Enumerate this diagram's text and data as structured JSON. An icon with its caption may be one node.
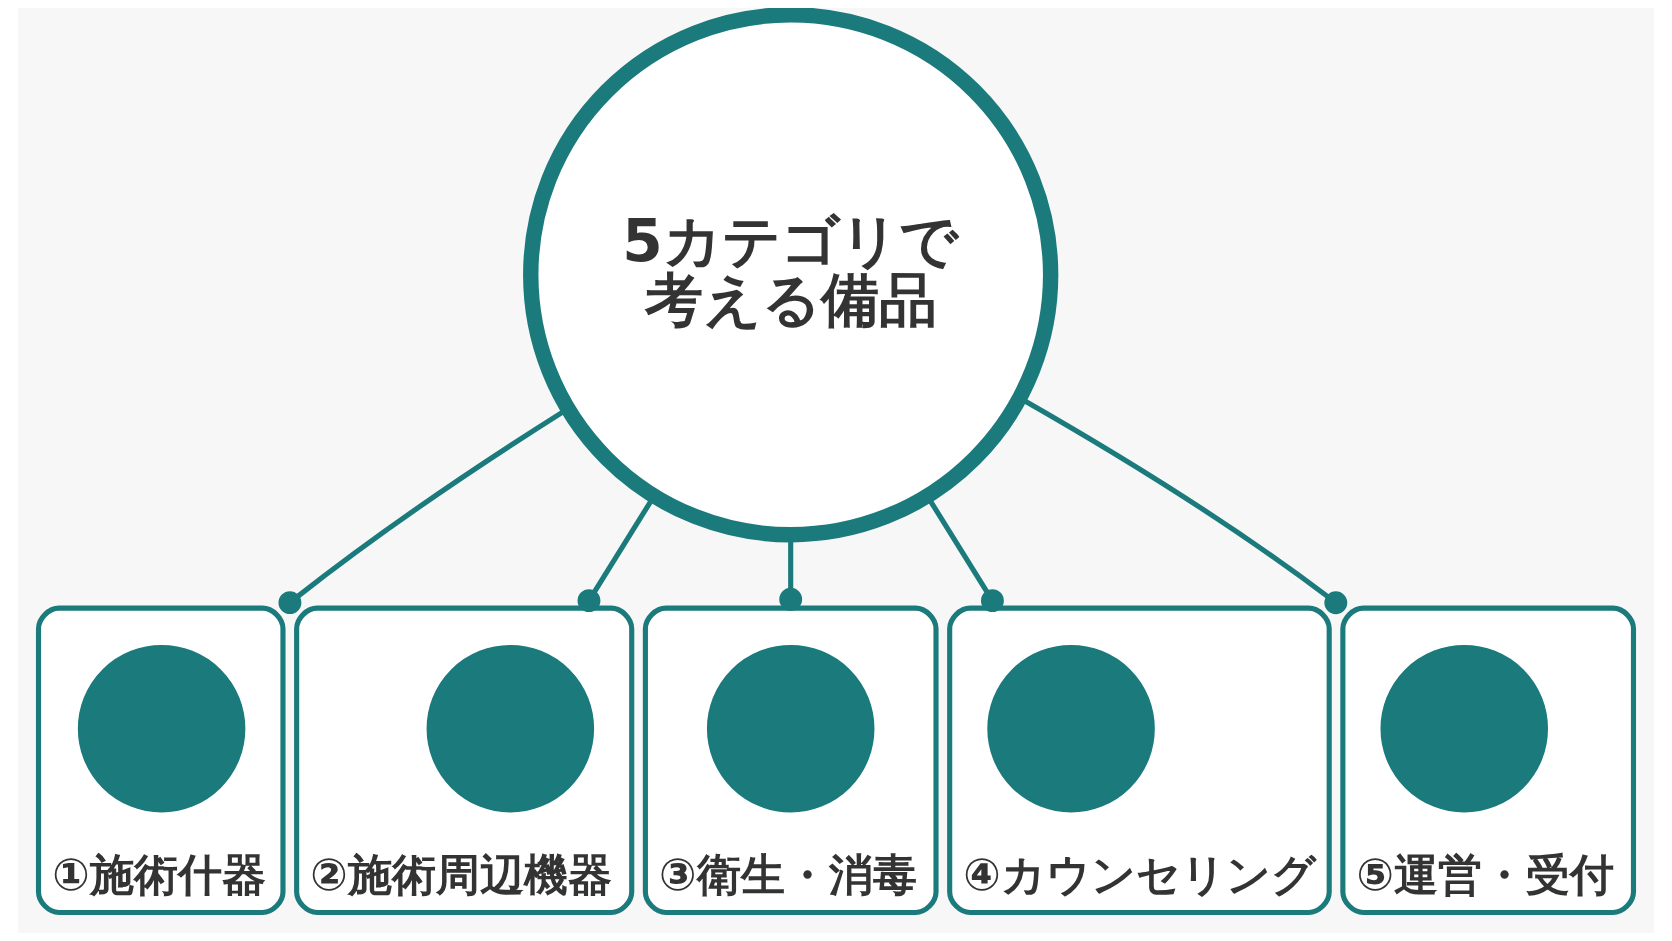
{
  "diagram": {
    "nodes": [
      {
        "text": [
          "①施術什器"
        ]
      },
      {
        "text": [],
        "shape": "circle",
        "in": 0
      },
      {
        "text": [
          "②施術周辺機器"
        ]
      },
      {
        "text": [],
        "shape": "circle",
        "in": 2
      },
      {
        "text": [
          "5カテゴリで考える備品"
        ]
      },
      {
        "text": [
          "⑤運営・受付"
        ]
      },
      {
        "text": [],
        "shape": "circle",
        "in": 5
      },
      {
        "text": [
          "③衛生・消毒"
        ]
      },
      {
        "text": [],
        "shape": "circle",
        "in": 7
      },
      {
        "text": [
          "④カウンセリング"
        ]
      },
      {
        "text": [],
        "shape": "circle",
        "in": 9
      }
    ],
    "edges": [
      {
        "from": 4,
        "to": 0,
        "arrow": "other"
      },
      {
        "from": 4,
        "to": 2,
        "arrow": "other"
      },
      {
        "from": 4,
        "to": 7,
        "arrow": "other"
      },
      {
        "from": 4,
        "to": 9,
        "arrow": "other"
      },
      {
        "from": 4,
        "to": 5,
        "arrow": "other"
      }
    ]
  }
}
